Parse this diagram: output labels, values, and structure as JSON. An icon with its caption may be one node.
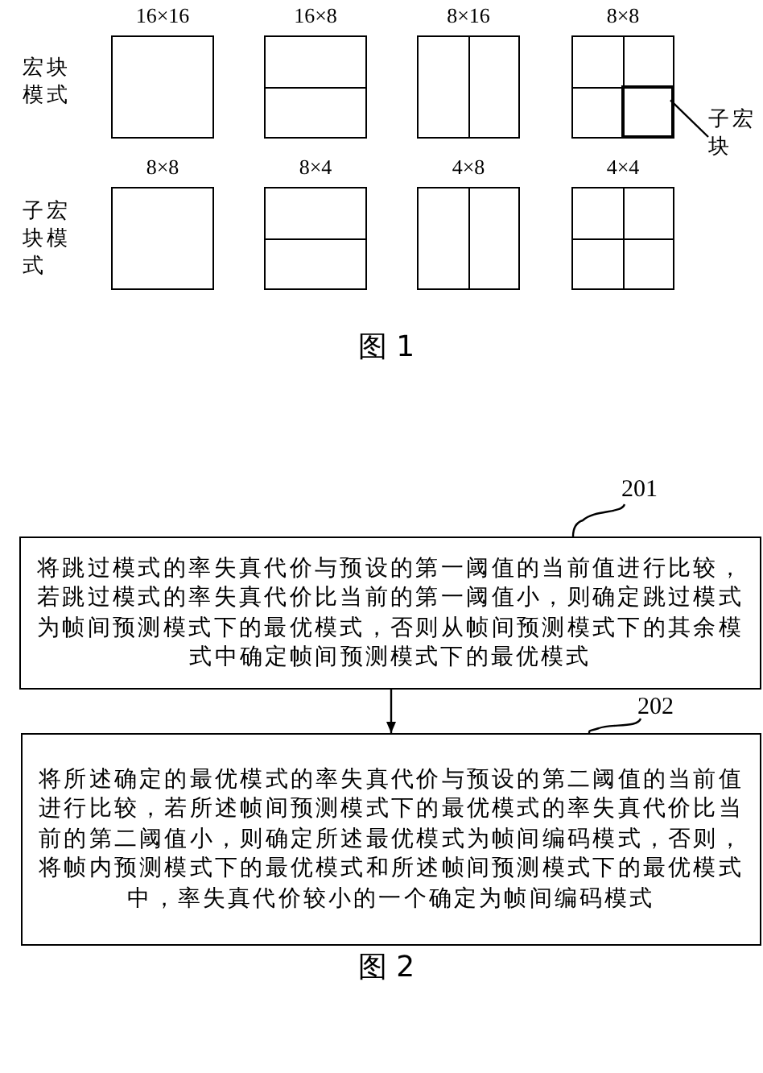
{
  "diagram": {
    "nodes": [
      {
        "text": [
          "16×16"
        ]
      },
      {
        "text": [
          "16×8"
        ]
      },
      {
        "text": [
          "8×16"
        ]
      },
      {
        "text": [
          "8×8"
        ]
      },
      {
        "text": [],
        "shape": "box",
        "in": 3
      },
      {
        "text": [
          "子宏块"
        ]
      },
      {
        "text": [
          "8×8"
        ]
      },
      {
        "text": [
          "8×4"
        ]
      },
      {
        "text": [
          "4×8"
        ]
      },
      {
        "text": [
          "4×4"
        ]
      },
      {
        "text": [
          "将跳过模式的率失真代价与预设的第一阈值的当前值进行比较，若跳过模式的率失真代价比当前的第一阈值小，则确定跳过模式为帧间预测模式下的最优模式，否则从帧间预测模式下的其余模式中确定帧间预测模式下的最优模式"
        ]
      },
      {
        "text": [
          "将所述确定的最优模式的率失真代价与预设的第二阈值的当前值进行比较，若所述帧间预测模式下的最优模式的率失真代价比当前的第二阈值小，则确定所述最优模式为帧间编码模式，否则，将帧内预测模式下的最优模式和所述帧间预测模式下的最优模式中，率失真代价较小的一个确定为帧间编码模式"
        ]
      },
      {
        "text": [
          "201"
        ]
      },
      {
        "text": [
          "202"
        ]
      }
    ],
    "edges": [
      {
        "from": 5,
        "to": 4,
        "arrow": "none"
      },
      {
        "from": 10,
        "to": 11,
        "arrow": "to"
      },
      {
        "from": 12,
        "to": 10,
        "arrow": "none"
      },
      {
        "from": 13,
        "to": 11,
        "arrow": "none"
      }
    ],
    "labels": [
      "宏块模式",
      "子宏块模式",
      "图 1",
      "图 2"
    ]
  }
}
